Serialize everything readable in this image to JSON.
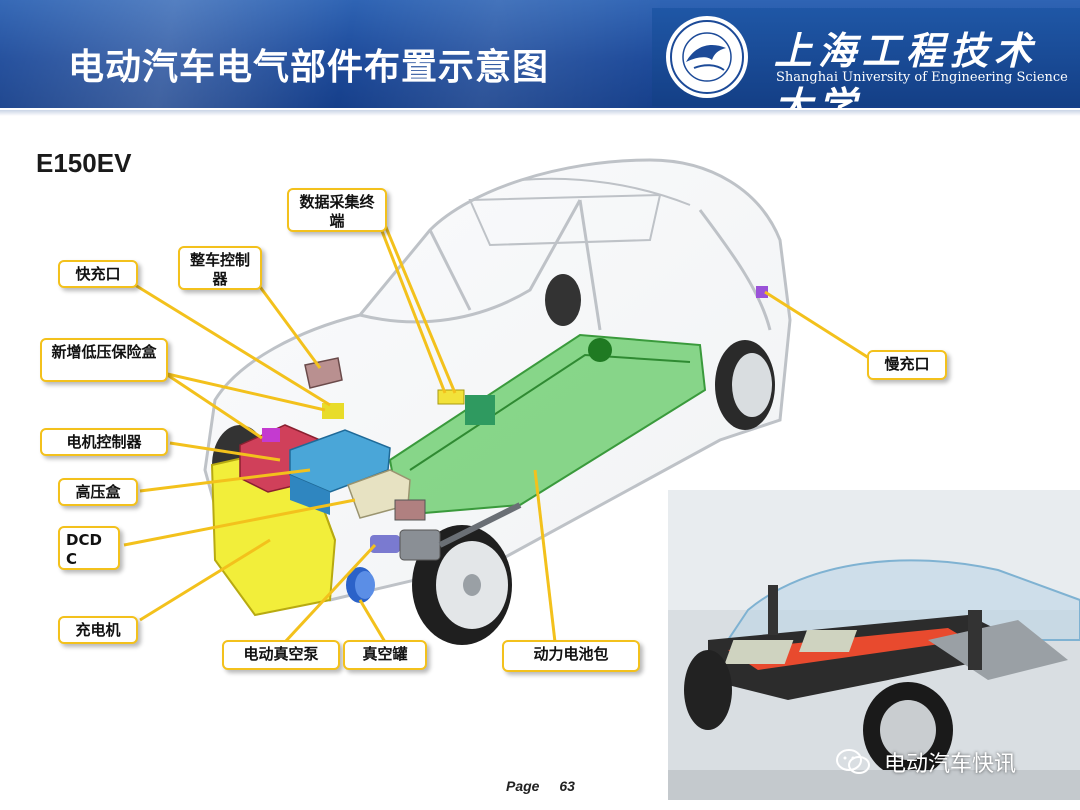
{
  "header": {
    "title": "电动汽车电气部件布置示意图",
    "university_cn": "上海工程技术大学",
    "university_en": "Shanghai University of Engineering Science"
  },
  "model": "E150EV",
  "labels": {
    "data_terminal": "数据采集终端",
    "vehicle_controller": "整车控制器",
    "fast_charge": "快充口",
    "low_voltage_fuse": "新增低压保险盒",
    "motor_controller": "电机控制器",
    "high_voltage_box": "高压盒",
    "dcdc": "DCDC",
    "charger": "充电机",
    "vacuum_pump": "电动真空泵",
    "vacuum_tank": "真空罐",
    "battery_pack": "动力电池包",
    "slow_charge": "慢充口"
  },
  "watermark": "电动汽车快讯",
  "footer": {
    "page_label": "Page",
    "page_number": "63"
  },
  "colors": {
    "header_blue": "#1d4a9a",
    "label_border": "#f3c11c",
    "leader_line": "#f3c11c",
    "battery_green": "#58c85a"
  }
}
